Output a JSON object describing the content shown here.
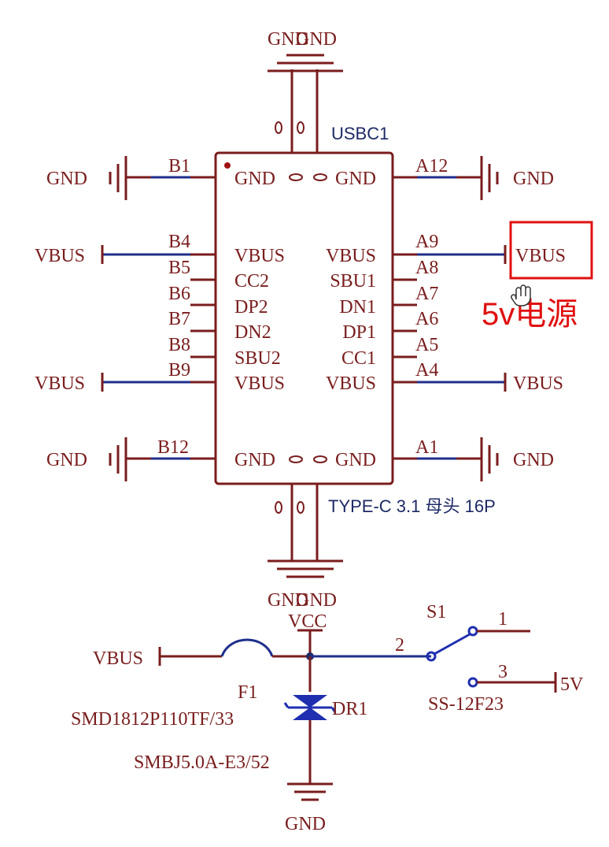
{
  "component": {
    "designator": "USBC1",
    "description": "TYPE-C 3.1 母头 16P",
    "colors": {
      "wire": "#7a1d1d",
      "net_wire": "#1f2f8c",
      "label_text": "#1e2a66",
      "annotation": "#e01010"
    }
  },
  "left_pins": [
    {
      "pin": "B1",
      "name": "GND",
      "net": "GND"
    },
    {
      "pin": "B4",
      "name": "VBUS",
      "net": "VBUS"
    },
    {
      "pin": "B5",
      "name": "CC2",
      "net": ""
    },
    {
      "pin": "B6",
      "name": "DP2",
      "net": ""
    },
    {
      "pin": "B7",
      "name": "DN2",
      "net": ""
    },
    {
      "pin": "B8",
      "name": "SBU2",
      "net": ""
    },
    {
      "pin": "B9",
      "name": "VBUS",
      "net": "VBUS"
    },
    {
      "pin": "B12",
      "name": "GND",
      "net": "GND"
    }
  ],
  "right_pins": [
    {
      "pin": "A12",
      "name": "GND",
      "net": "GND"
    },
    {
      "pin": "A9",
      "name": "VBUS",
      "net": "VBUS"
    },
    {
      "pin": "A8",
      "name": "SBU1",
      "net": ""
    },
    {
      "pin": "A7",
      "name": "DN1",
      "net": ""
    },
    {
      "pin": "A6",
      "name": "DP1",
      "net": ""
    },
    {
      "pin": "A5",
      "name": "CC1",
      "net": ""
    },
    {
      "pin": "A4",
      "name": "VBUS",
      "net": "VBUS"
    },
    {
      "pin": "A1",
      "name": "GND",
      "net": "GND"
    }
  ],
  "shield_nets": {
    "top_left": "GND",
    "top_right": "GND",
    "bottom_left": "GND",
    "bottom_right": "GND"
  },
  "annotation": {
    "text": "5v电源"
  },
  "power": {
    "input_net": "VBUS",
    "vcc_label": "VCC",
    "fuse": {
      "ref": "F1",
      "part": "SMD1812P110TF/33"
    },
    "tvs": {
      "ref": "DR1",
      "part": "SMBJ5.0A-E3/52"
    },
    "ground_label": "GND",
    "switch": {
      "ref": "S1",
      "part": "SS-12F23",
      "pin1": "1",
      "pin2": "2",
      "pin3": "3",
      "output_net": "5V"
    }
  }
}
